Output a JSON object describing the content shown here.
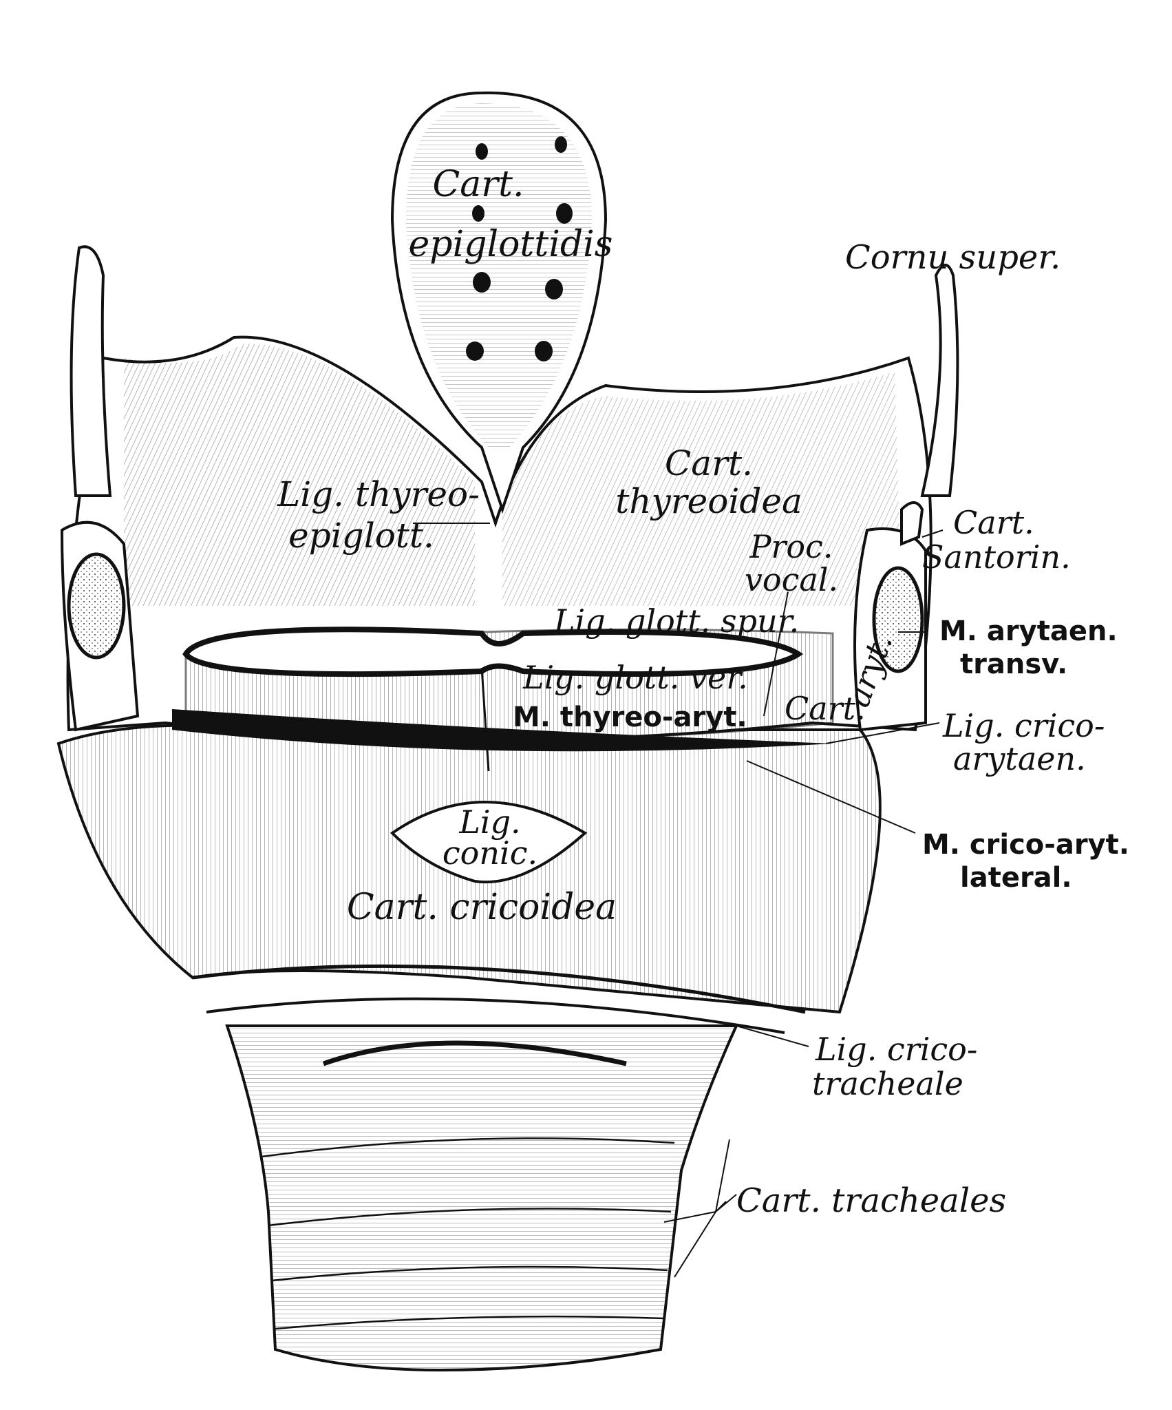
{
  "labels": {
    "cart_epiglottidis_1": "Cart.",
    "cart_epiglottidis_2": "epiglottidis",
    "cornu_super": "Cornu super.",
    "lig_thyreo_epiglott_1": "Lig. thyreo-",
    "lig_thyreo_epiglott_2": "epiglott.",
    "cart_thyreoidea_1": "Cart.",
    "cart_thyreoidea_2": "thyreoidea",
    "cart_santorin_1": "Cart.",
    "cart_santorin_2": "Santorin.",
    "proc_vocal_1": "Proc.",
    "proc_vocal_2": "vocal.",
    "lig_glott_spur": "Lig. glott. spur.",
    "m_arytaen_transv_1": "M. arytaen.",
    "m_arytaen_transv_2": "transv.",
    "lig_glott_ver": "Lig. glott. ver.",
    "cart_aryt_1": "Cart.",
    "cart_aryt_2": "aryt.",
    "m_thyreo_aryt": "M. thyreo-aryt.",
    "lig_crico_arytaen_1": "Lig. crico-",
    "lig_crico_arytaen_2": "arytaen.",
    "lig_conic_1": "Lig.",
    "lig_conic_2": "conic.",
    "m_crico_aryt_lateral_1": "M. crico-aryt.",
    "m_crico_aryt_lateral_2": "lateral.",
    "cart_cricoidea": "Cart. cricoidea",
    "lig_crico_tracheale_1": "Lig. crico-",
    "lig_crico_tracheale_2": "tracheale",
    "cart_tracheales": "Cart. tracheales"
  }
}
